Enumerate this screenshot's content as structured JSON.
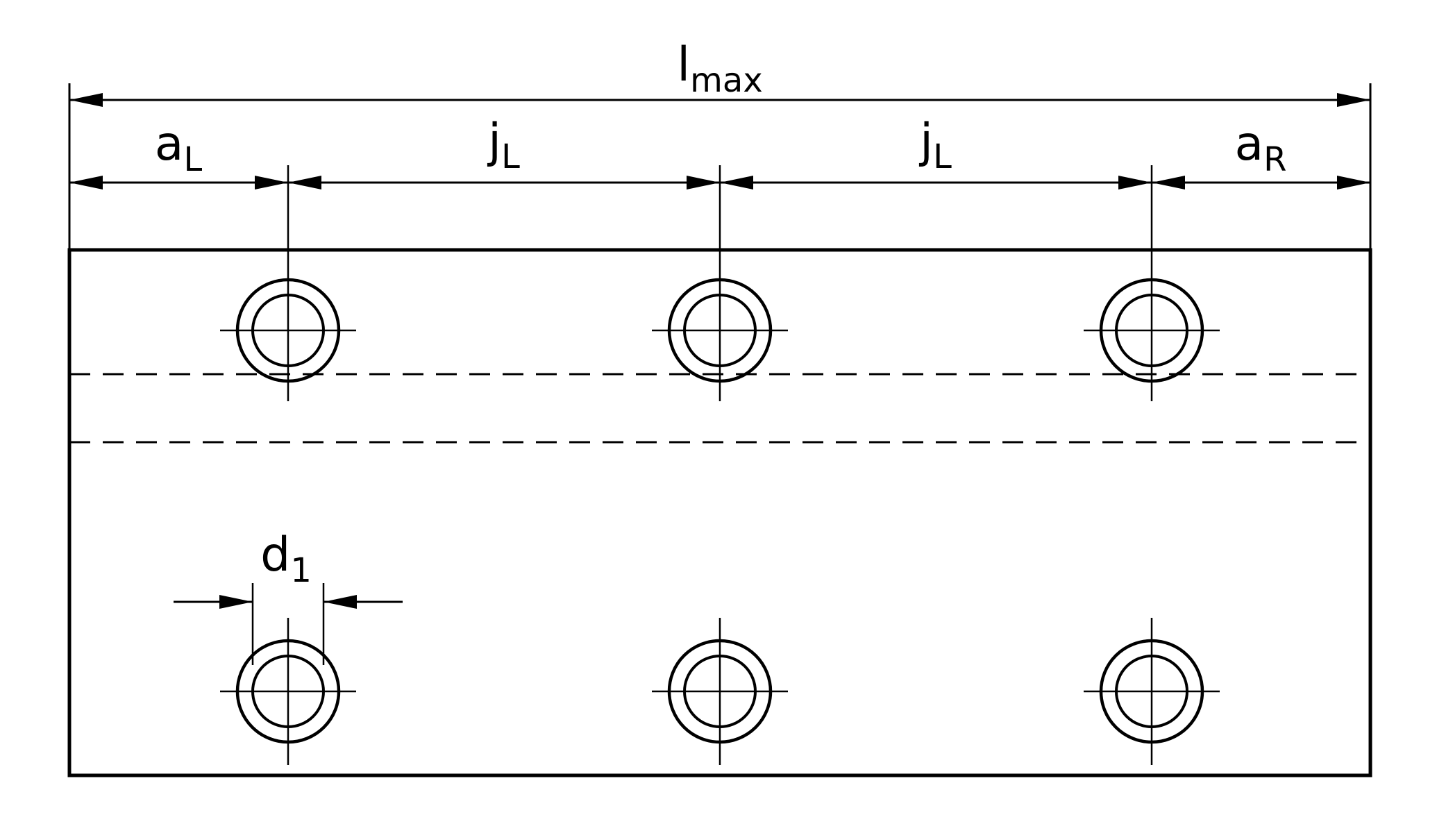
{
  "labels": {
    "l_max": {
      "main": "l",
      "sub": "max"
    },
    "a_L": {
      "main": "a",
      "sub": "L"
    },
    "j_L_left": {
      "main": "j",
      "sub": "L"
    },
    "j_L_right": {
      "main": "j",
      "sub": "L"
    },
    "a_R": {
      "main": "a",
      "sub": "R"
    },
    "d_1": {
      "main": "d",
      "sub": "1"
    }
  },
  "colors": {
    "line": "#000000",
    "background": "#ffffff"
  }
}
